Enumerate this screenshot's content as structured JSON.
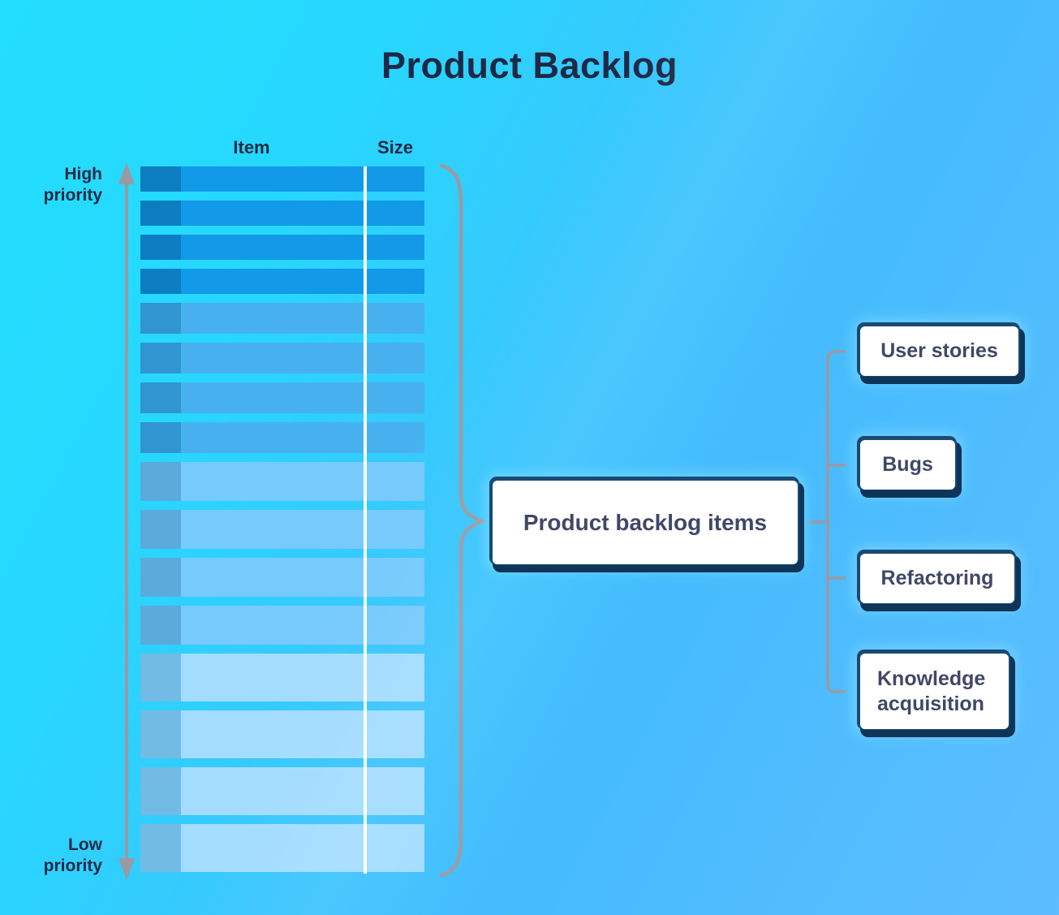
{
  "title": "Product Backlog",
  "columns": {
    "item": "Item",
    "size": "Size"
  },
  "axis": {
    "high": "High priority",
    "low": "Low priority"
  },
  "backlog": {
    "rows": [
      {
        "tier": "t1"
      },
      {
        "tier": "t1"
      },
      {
        "tier": "t1"
      },
      {
        "tier": "t1"
      },
      {
        "tier": "t2"
      },
      {
        "tier": "t2"
      },
      {
        "tier": "t2"
      },
      {
        "tier": "t2"
      },
      {
        "tier": "t3"
      },
      {
        "tier": "t3"
      },
      {
        "tier": "t3"
      },
      {
        "tier": "t3"
      },
      {
        "tier": "t4"
      },
      {
        "tier": "t4"
      },
      {
        "tier": "t4"
      },
      {
        "tier": "t4"
      }
    ],
    "tiers": {
      "t1": {
        "chip": "#0d7dc1",
        "body": "#129ae8",
        "height": 31
      },
      "t2": {
        "chip": "#3095d0",
        "body": "#47b1ef",
        "height": 38
      },
      "t3": {
        "chip": "#5aabdc",
        "body": "#76cafc",
        "height": 48
      },
      "t4": {
        "chip": "#72bbe5",
        "body": "#a3dcfe",
        "height": 59
      }
    }
  },
  "center_box": {
    "label": "Product backlog items"
  },
  "categories": [
    {
      "label": "User stories"
    },
    {
      "label": "Bugs"
    },
    {
      "label": "Refactoring"
    },
    {
      "label": "Knowledge acquisition"
    }
  ],
  "colors": {
    "navy_text": "#1f2945",
    "slate_text": "#414766",
    "connector_gray": "#9b99a3",
    "divider_white": "#ffffff",
    "box_shadow_navy": "#0e3457",
    "bg_top_left": "#23defe",
    "bg_bottom_right": "#5dbdfe"
  }
}
